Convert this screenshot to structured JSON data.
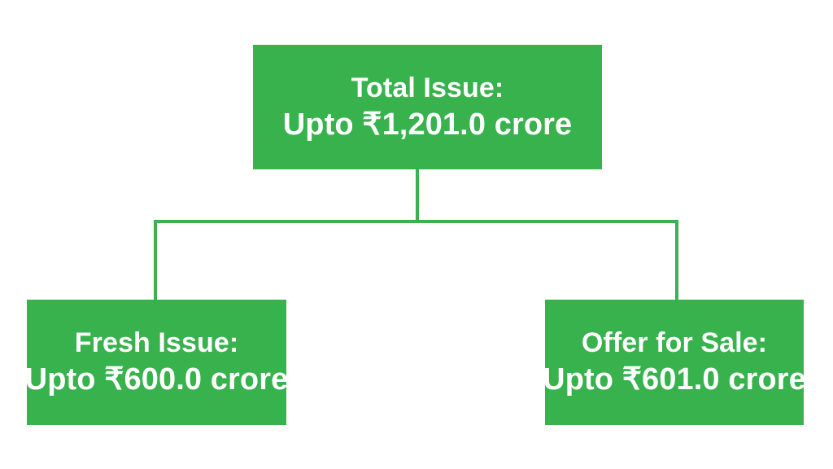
{
  "diagram": {
    "type": "org-tree",
    "background_color": "#ffffff",
    "node_color": "#37b24d",
    "connector_color": "#3bb14f",
    "text_color": "#ffffff",
    "currency_symbol": "₹",
    "unit": "crore",
    "root": {
      "id": "total-issue",
      "title": "Total Issue:",
      "amount": "Upto ₹1,201.0 crore",
      "value": 1201.0
    },
    "children": [
      {
        "id": "fresh-issue",
        "title": "Fresh Issue:",
        "amount": "Upto ₹600.0 crore",
        "value": 600.0
      },
      {
        "id": "offer-for-sale",
        "title": "Offer for Sale:",
        "amount": "Upto ₹601.0 crore",
        "value": 601.0
      }
    ]
  }
}
